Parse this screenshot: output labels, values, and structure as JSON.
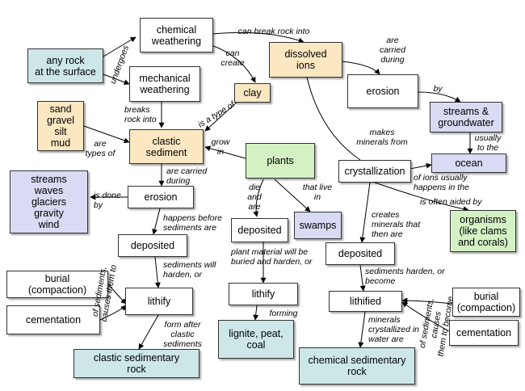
{
  "colors": {
    "white": "#ffffff",
    "tan": "#fbe7c2",
    "teal": "#cde7e8",
    "lavender": "#d9daf3",
    "green": "#d4f1c4",
    "line": "#000000"
  },
  "nodes": {
    "chemical_weathering": "chemical\nweathering",
    "any_rock": "any rock\nat the surface",
    "mechanical_weathering": "mechanical\nweathering",
    "dissolved_ions": "dissolved\nions",
    "clay": "clay",
    "erosion_top": "erosion",
    "sand_gravel": "sand\ngravel\nsilt\nmud",
    "clastic_sediment": "clastic\nsediment",
    "streams_groundwater": "streams &\ngroundwater",
    "plants": "plants",
    "crystallization": "crystallization",
    "ocean": "ocean",
    "streams_waves": "streams\nwaves\nglaciers\ngravity\nwind",
    "erosion_left": "erosion",
    "organisms": "organisms\n(like clams\nand corals)",
    "deposited_plants": "deposited",
    "swamps": "swamps",
    "deposited_left": "deposited",
    "deposited_right": "deposited",
    "burial_left": "burial\n(compaction)",
    "lithify_left": "lithify",
    "lithify_mid": "lithify",
    "lithified_right": "lithified",
    "burial_right": "burial\n(compaction)",
    "cementation_left": "cementation",
    "cementation_right": "cementation",
    "lignite": "lignite, peat,\ncoal",
    "clastic_rock": "clastic sedimentary\nrock",
    "chemical_rock": "chemical sedimentary\nrock"
  },
  "labels": {
    "can_break": "can break rock into",
    "undergoes": "undergoes",
    "can_create": "can\ncreate",
    "are_carried_during_top": "are\ncarried\nduring",
    "breaks_rock": "breaks\nrock into",
    "is_a_type_of": "is a type of",
    "by": "by",
    "are_types_of": "are\ntypes of",
    "grow_in": "grow\nin",
    "makes_minerals": "makes\nminerals from",
    "usually_to_the": "usually\nto the",
    "are_carried_during_left": "are carried\nduring",
    "die_and_are": "die\nand\nare",
    "that_live_in": "that live\nin",
    "of_ions": "of ions usually\nhappens in the",
    "is_done_by": "is done\nby",
    "is_often_aided": "is often aided by",
    "happens_before": "happens before\nsediments are",
    "creates_minerals": "creates\nminerals that\nthen are",
    "plant_material": "plant material will be\nburied and harden, or",
    "sediments_will": "sediments will\nharden, or",
    "sediments_harden": "sediments harden, or\nbecome",
    "of_sediments_left": "of sediments,\ncauses them to",
    "forming": "forming",
    "minerals_crystallized": "minerals\ncrystallized in\nwater are",
    "of_sediments_right": "of sediments, causes\nthem to become",
    "form_after": "form after\nclastic\nsediments"
  }
}
